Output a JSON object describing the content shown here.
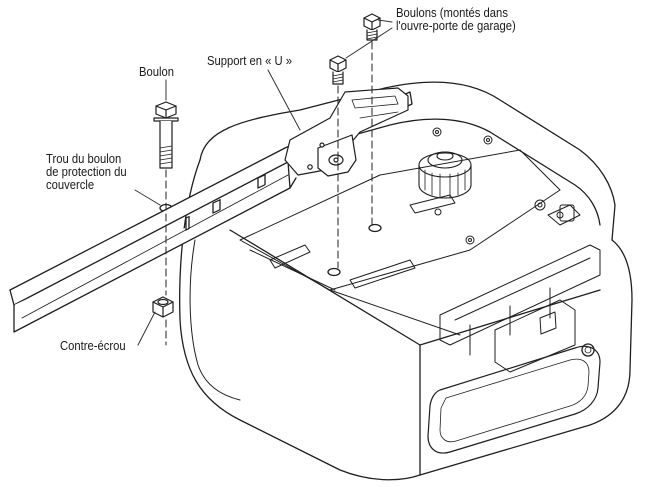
{
  "labels": {
    "bolts_opener": [
      "Boulons (montés dans",
      "l'ouvre-porte de garage)"
    ],
    "u_bracket": "Support en « U »",
    "bolt": "Boulon",
    "cover_hole": [
      "Trou du boulon",
      "de protection du",
      "couvercle"
    ],
    "lock_nut": "Contre-écrou"
  },
  "colors": {
    "line": "#1f1f1f",
    "leader": "#333333",
    "fill": "#ffffff"
  }
}
